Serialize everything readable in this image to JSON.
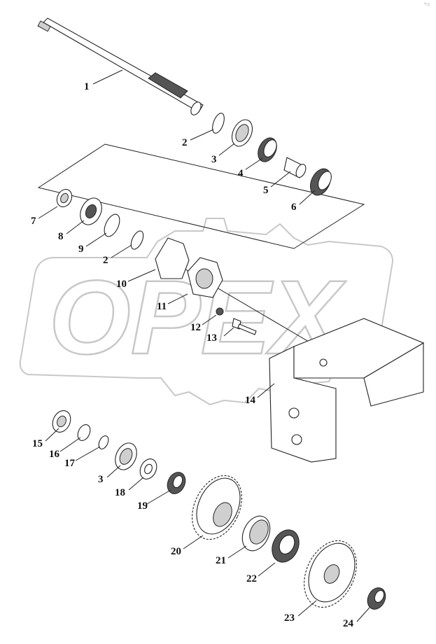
{
  "watermark": {
    "text": "OPEX"
  },
  "corner_mark": "°=",
  "callouts": {
    "c1": "1",
    "c2a": "2",
    "c3a": "3",
    "c4": "4",
    "c5": "5",
    "c6": "6",
    "c7": "7",
    "c8": "8",
    "c9": "9",
    "c2b": "2",
    "c10": "10",
    "c11": "11",
    "c12": "12",
    "c13": "13",
    "c14": "14",
    "c15": "15",
    "c16": "16",
    "c17": "17",
    "c3b": "3",
    "c18": "18",
    "c19": "19",
    "c20": "20",
    "c21": "21",
    "c22": "22",
    "c23": "23",
    "c24": "24"
  }
}
